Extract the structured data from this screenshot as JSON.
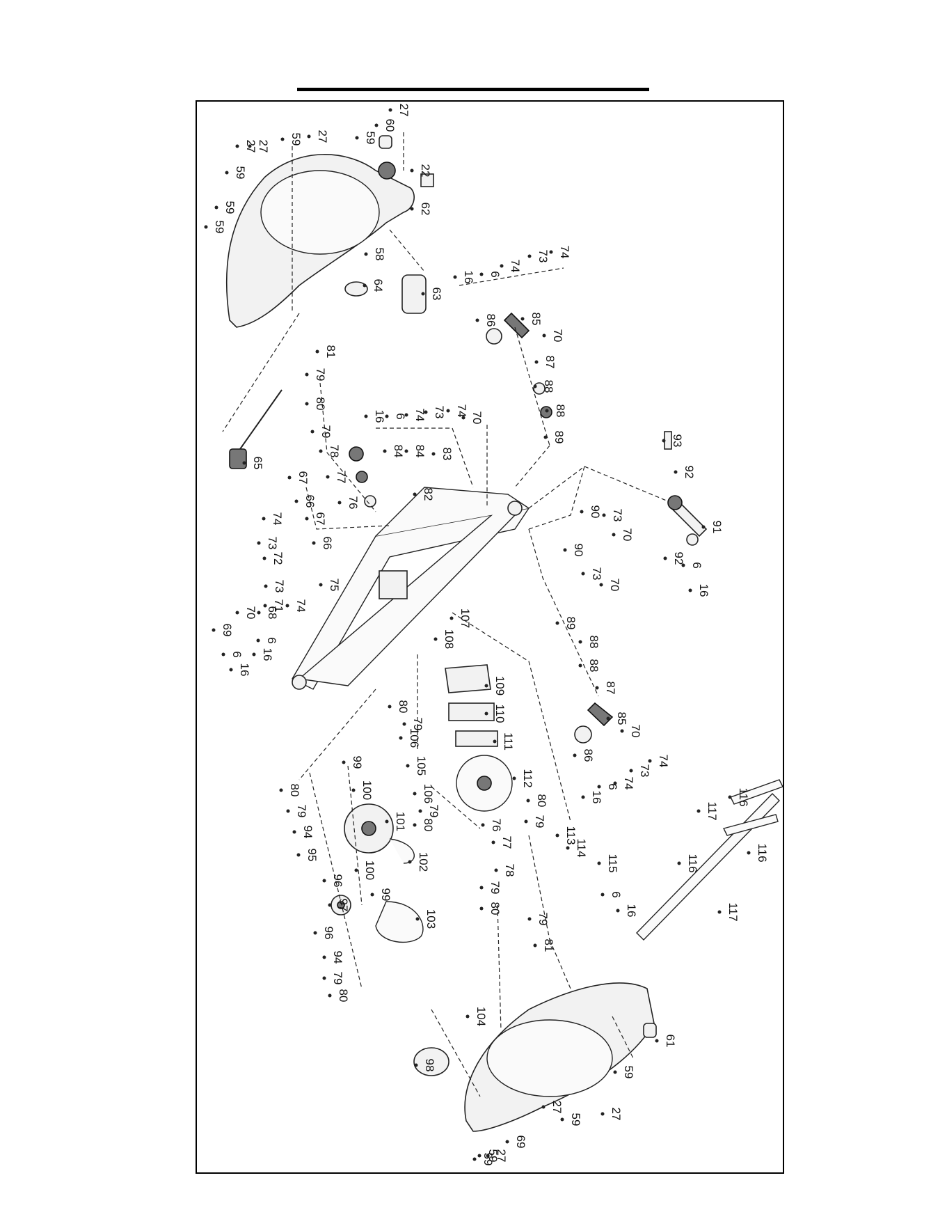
{
  "colors": {
    "ink": "#111111",
    "paper": "#ffffff",
    "part_shade": "#777777"
  },
  "labels": [
    "27",
    "60",
    "59",
    "27",
    "59",
    "27",
    "27",
    "59",
    "59",
    "59",
    "22",
    "62",
    "58",
    "64",
    "63",
    "16",
    "6",
    "74",
    "73",
    "74",
    "86",
    "85",
    "70",
    "87",
    "88",
    "88",
    "89",
    "81",
    "79",
    "80",
    "79",
    "78",
    "77",
    "76",
    "67",
    "66",
    "65",
    "16",
    "6",
    "74",
    "73",
    "74",
    "70",
    "84",
    "84",
    "83",
    "82",
    "67",
    "66",
    "75",
    "74",
    "73",
    "72",
    "73",
    "71",
    "70",
    "69",
    "68",
    "74",
    "6",
    "6",
    "16",
    "16",
    "93",
    "92",
    "91",
    "92",
    "90",
    "73",
    "70",
    "90",
    "73",
    "70",
    "6",
    "16",
    "89",
    "88",
    "88",
    "87",
    "85",
    "70",
    "86",
    "74",
    "73",
    "74",
    "6",
    "16",
    "107",
    "108",
    "109",
    "110",
    "111",
    "112",
    "80",
    "79",
    "106",
    "105",
    "106",
    "79",
    "80",
    "99",
    "100",
    "101",
    "102",
    "100",
    "99",
    "103",
    "80",
    "79",
    "94",
    "95",
    "96",
    "97",
    "96",
    "94",
    "79",
    "80",
    "76",
    "77",
    "78",
    "79",
    "80",
    "79",
    "81",
    "80",
    "79",
    "113",
    "114",
    "115",
    "6",
    "16",
    "116",
    "117",
    "116",
    "116",
    "117",
    "104",
    "98",
    "61",
    "59",
    "27",
    "59",
    "27",
    "69",
    "27",
    "59",
    "59"
  ]
}
